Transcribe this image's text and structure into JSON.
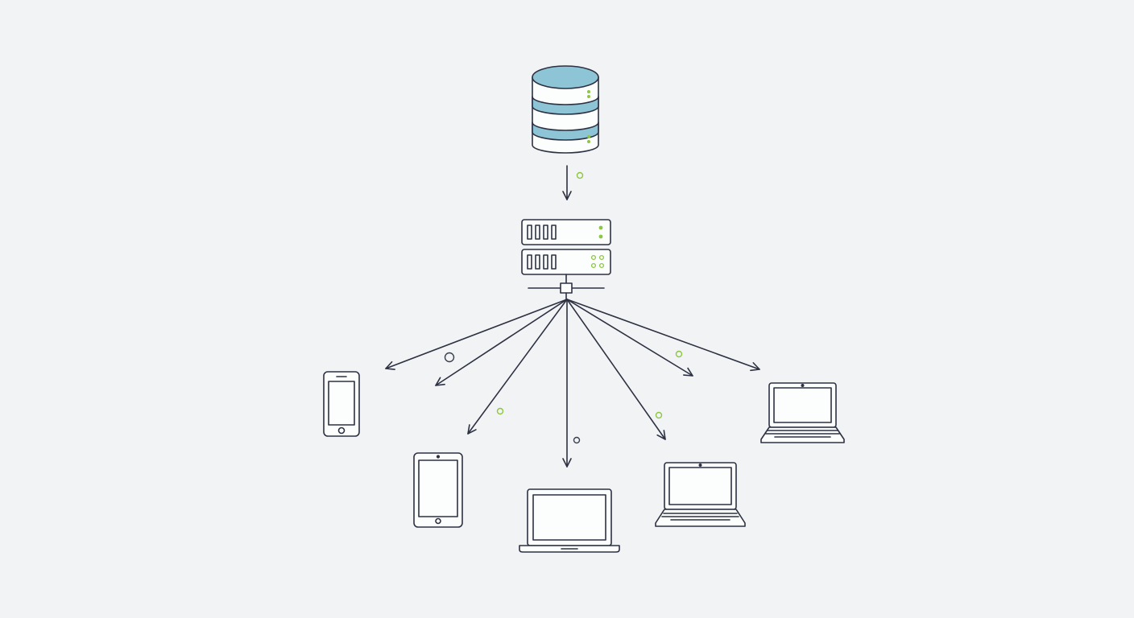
{
  "colors": {
    "background": "#f1f3f4",
    "stroke": "#2d3142",
    "device_fill": "#fcfdfd",
    "database_accent": "#8ec5d6",
    "indicator_green": "#8dc63f",
    "dot_muted": "#3a3f4d"
  },
  "nodes": {
    "database": {
      "icon": "database-icon",
      "status_leds": 2
    },
    "server": {
      "icon": "server-rack-icon",
      "units": 2
    },
    "switch": {
      "icon": "network-switch-icon"
    },
    "clients": [
      {
        "id": "phone",
        "icon": "smartphone-icon"
      },
      {
        "id": "tablet",
        "icon": "tablet-icon"
      },
      {
        "id": "laptop-center",
        "icon": "laptop-icon"
      },
      {
        "id": "laptop-right",
        "icon": "laptop-icon"
      },
      {
        "id": "laptop-far-right",
        "icon": "laptop-icon"
      }
    ]
  },
  "edges": [
    {
      "from": "database",
      "to": "server",
      "arrow": true
    },
    {
      "from": "switch",
      "to": "phone",
      "arrow": true
    },
    {
      "from": "switch",
      "to": "phone-inner",
      "arrow": true
    },
    {
      "from": "switch",
      "to": "tablet",
      "arrow": true
    },
    {
      "from": "switch",
      "to": "laptop-center",
      "arrow": true
    },
    {
      "from": "switch",
      "to": "laptop-right",
      "arrow": true
    },
    {
      "from": "switch",
      "to": "laptop-right-upper",
      "arrow": true
    },
    {
      "from": "switch",
      "to": "laptop-far-right",
      "arrow": true
    }
  ],
  "packets": [
    {
      "color": "green"
    },
    {
      "color": "dark"
    },
    {
      "color": "green"
    },
    {
      "color": "dark"
    },
    {
      "color": "green"
    },
    {
      "color": "green"
    }
  ]
}
